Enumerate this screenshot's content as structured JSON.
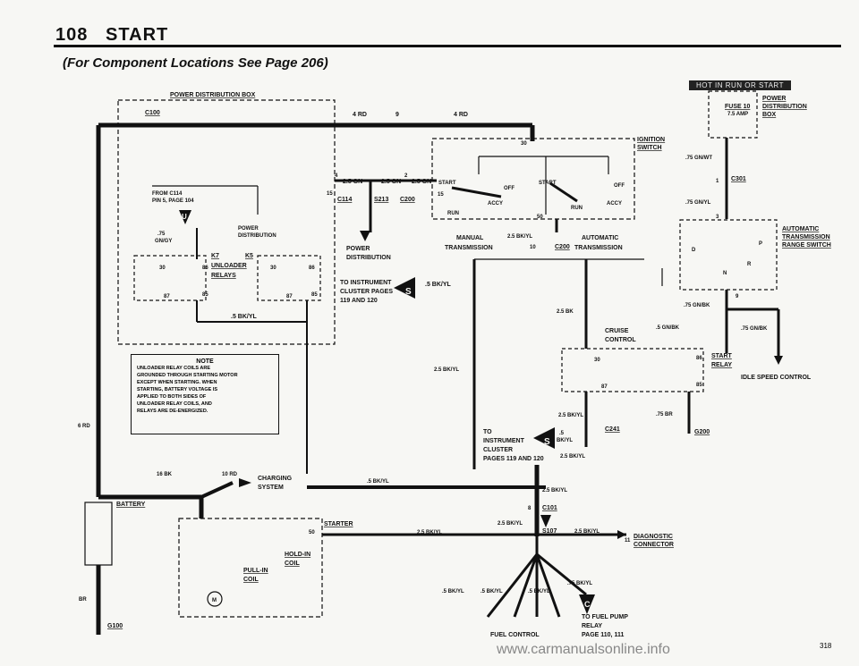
{
  "header": {
    "page_no": "108",
    "title": "START",
    "subtitle": "(For Component Locations See Page 206)"
  },
  "badge": "HOT IN RUN OR START",
  "page_ref": "318",
  "watermark": "www.carmanualsonline.info",
  "labels": {
    "power_dist_box": "POWER DISTRIBUTION BOX",
    "c100": "C100",
    "wire_4rd_a": "4 RD",
    "pin9": "9",
    "wire_4rd_b": "4 RD",
    "from_c114": "FROM C114",
    "pin_page": "PIN 5, PAGE 104",
    "u_badge": "U",
    "power_dist_inner": "POWER",
    "power_dist_inner2": "DISTRIBUTION",
    "wire_75": ".75",
    "wire_gngy": "GN/GY",
    "k7": "K7",
    "k5": "K5",
    "unloader": "UNLOADER",
    "relays": "RELAYS",
    "pin30a": "30",
    "pin86a": "86",
    "pin87a": "87",
    "pin85a": "85",
    "pin30b": "30",
    "pin86b": "86",
    "pin87b": "87",
    "pin85b": "85",
    "bkyl_small": ".5 BK/YL",
    "pin4": "4",
    "w25gn_a": "2.5 GN",
    "w25gn_b": "2.5 GN",
    "pin2": "2",
    "w25gn_c": "2.5 GN",
    "pin15": "15",
    "c114": "C114",
    "s213": "S213",
    "c200": "C200",
    "power_lbl": "POWER",
    "distribution_lbl": "DISTRIBUTION",
    "to_instr": "TO INSTRUMENT",
    "cluster_pages": "CLUSTER PAGES",
    "pages_119": "119 AND 120",
    "s_badge": "S",
    "w5bkyl": ".5 BK/YL",
    "ign_switch": "IGNITION",
    "ign_switch2": "SWITCH",
    "pin30_ign": "30",
    "start_l": "START",
    "off_l": "OFF",
    "accy_l": "ACCY",
    "run_l": "RUN",
    "start_r": "START",
    "off_r": "OFF",
    "accy_r": "ACCY",
    "run_r": "RUN",
    "pin15_ign": "15",
    "pin50": "50",
    "manual": "MANUAL",
    "transmission_a": "TRANSMISSION",
    "w25bkyl_m": "2.5 BK/YL",
    "pin10": "10",
    "c200b": "C200",
    "automatic": "AUTOMATIC",
    "transmission_b": "TRANSMISSION",
    "w25bk": "2.5 BK",
    "w25bkyl_l": "2.5 BK/YL",
    "cruise": "CRUISE",
    "control": "CONTROL",
    "w5gnbk": ".5 GN/BK",
    "power_r": "POWER",
    "dist_r": "DISTRIBUTION",
    "box_r": "BOX",
    "fuse10": "FUSE 10",
    "amp75": "7.5 AMP",
    "w75gnwt": ".75 GN/WT",
    "pin1": "1",
    "c301": "C301",
    "w75gnyl": ".75 GN/YL",
    "pin3": "3",
    "auto_r": "AUTOMATIC",
    "trans_r": "TRANSMISSION",
    "range_sw": "RANGE SWITCH",
    "p_l": "P",
    "r_l": "R",
    "n_l": "N",
    "d_l": "D",
    "pin9r": "9",
    "w75gnbk_a": ".75 GN/BK",
    "w75gnbk_b": ".75 GN/BK",
    "start_relay": "START",
    "relay_lbl": "RELAY",
    "pin30c": "30",
    "pin86c": "86",
    "pin87c": "87",
    "pin85c": "85",
    "idle_speed": "IDLE SPEED CONTROL",
    "w75br": ".75 BR",
    "g200": "G200",
    "w25bkyl_sr": "2.5 BK/YL",
    "c241": "C241",
    "w5_a": ".5",
    "bkyl_b": "BK/YL",
    "to_l": "TO",
    "instrument": "INSTRUMENT",
    "cluster": "CLUSTER",
    "pages_119b": "PAGES 119 AND 120",
    "w25bkyl_c241": "2.5 BK/YL",
    "note_title": "NOTE",
    "note_lines": [
      "UNLOADER RELAY COILS ARE",
      "GROUNDED THROUGH STARTING MOTOR",
      "EXCEPT WHEN STARTING. WHEN",
      "STARTING, BATTERY VOLTAGE IS",
      "APPLIED TO BOTH SIDES OF",
      "UNLOADER RELAY COILS, AND",
      "RELAYS ARE DE-ENERGIZED."
    ],
    "rd6": "6 RD",
    "bk16": "16 BK",
    "rd10": "10 RD",
    "charging": "CHARGING",
    "system": "SYSTEM",
    "w5bkyl_bot": ".5 BK/YL",
    "battery": "BATTERY",
    "br": "BR",
    "g100": "G100",
    "starter": "STARTER",
    "pin50s": "50",
    "hold_in": "HOLD-IN",
    "coil_a": "COIL",
    "pull_in": "PULL-IN",
    "coil_b": "COIL",
    "motor_m": "M",
    "w25bkyl_st": "2.5 BK/YL",
    "w25bkyl_v": "2.5 BK/YL",
    "pin8": "8",
    "c101": "C101",
    "w25bkyl_c101": "2.5 BK/YL",
    "s107": "S107",
    "w25bkyl_dc": "2.5 BK/YL",
    "pin11": "11",
    "diagnostic": "DIAGNOSTIC",
    "connector": "CONNECTOR",
    "w5bkyl_f1": ".5 BK/YL",
    "w5bkyl_f2": ".5 BK/YL",
    "w5bkyl_f3": ".5 BK/YL",
    "w75bkyl": ".75 BK/YL",
    "c_badge": "C",
    "fuel_control": "FUEL CONTROL",
    "to_fuel": "TO FUEL PUMP",
    "relay_f": "RELAY",
    "page_110": "PAGE 110, 111"
  }
}
